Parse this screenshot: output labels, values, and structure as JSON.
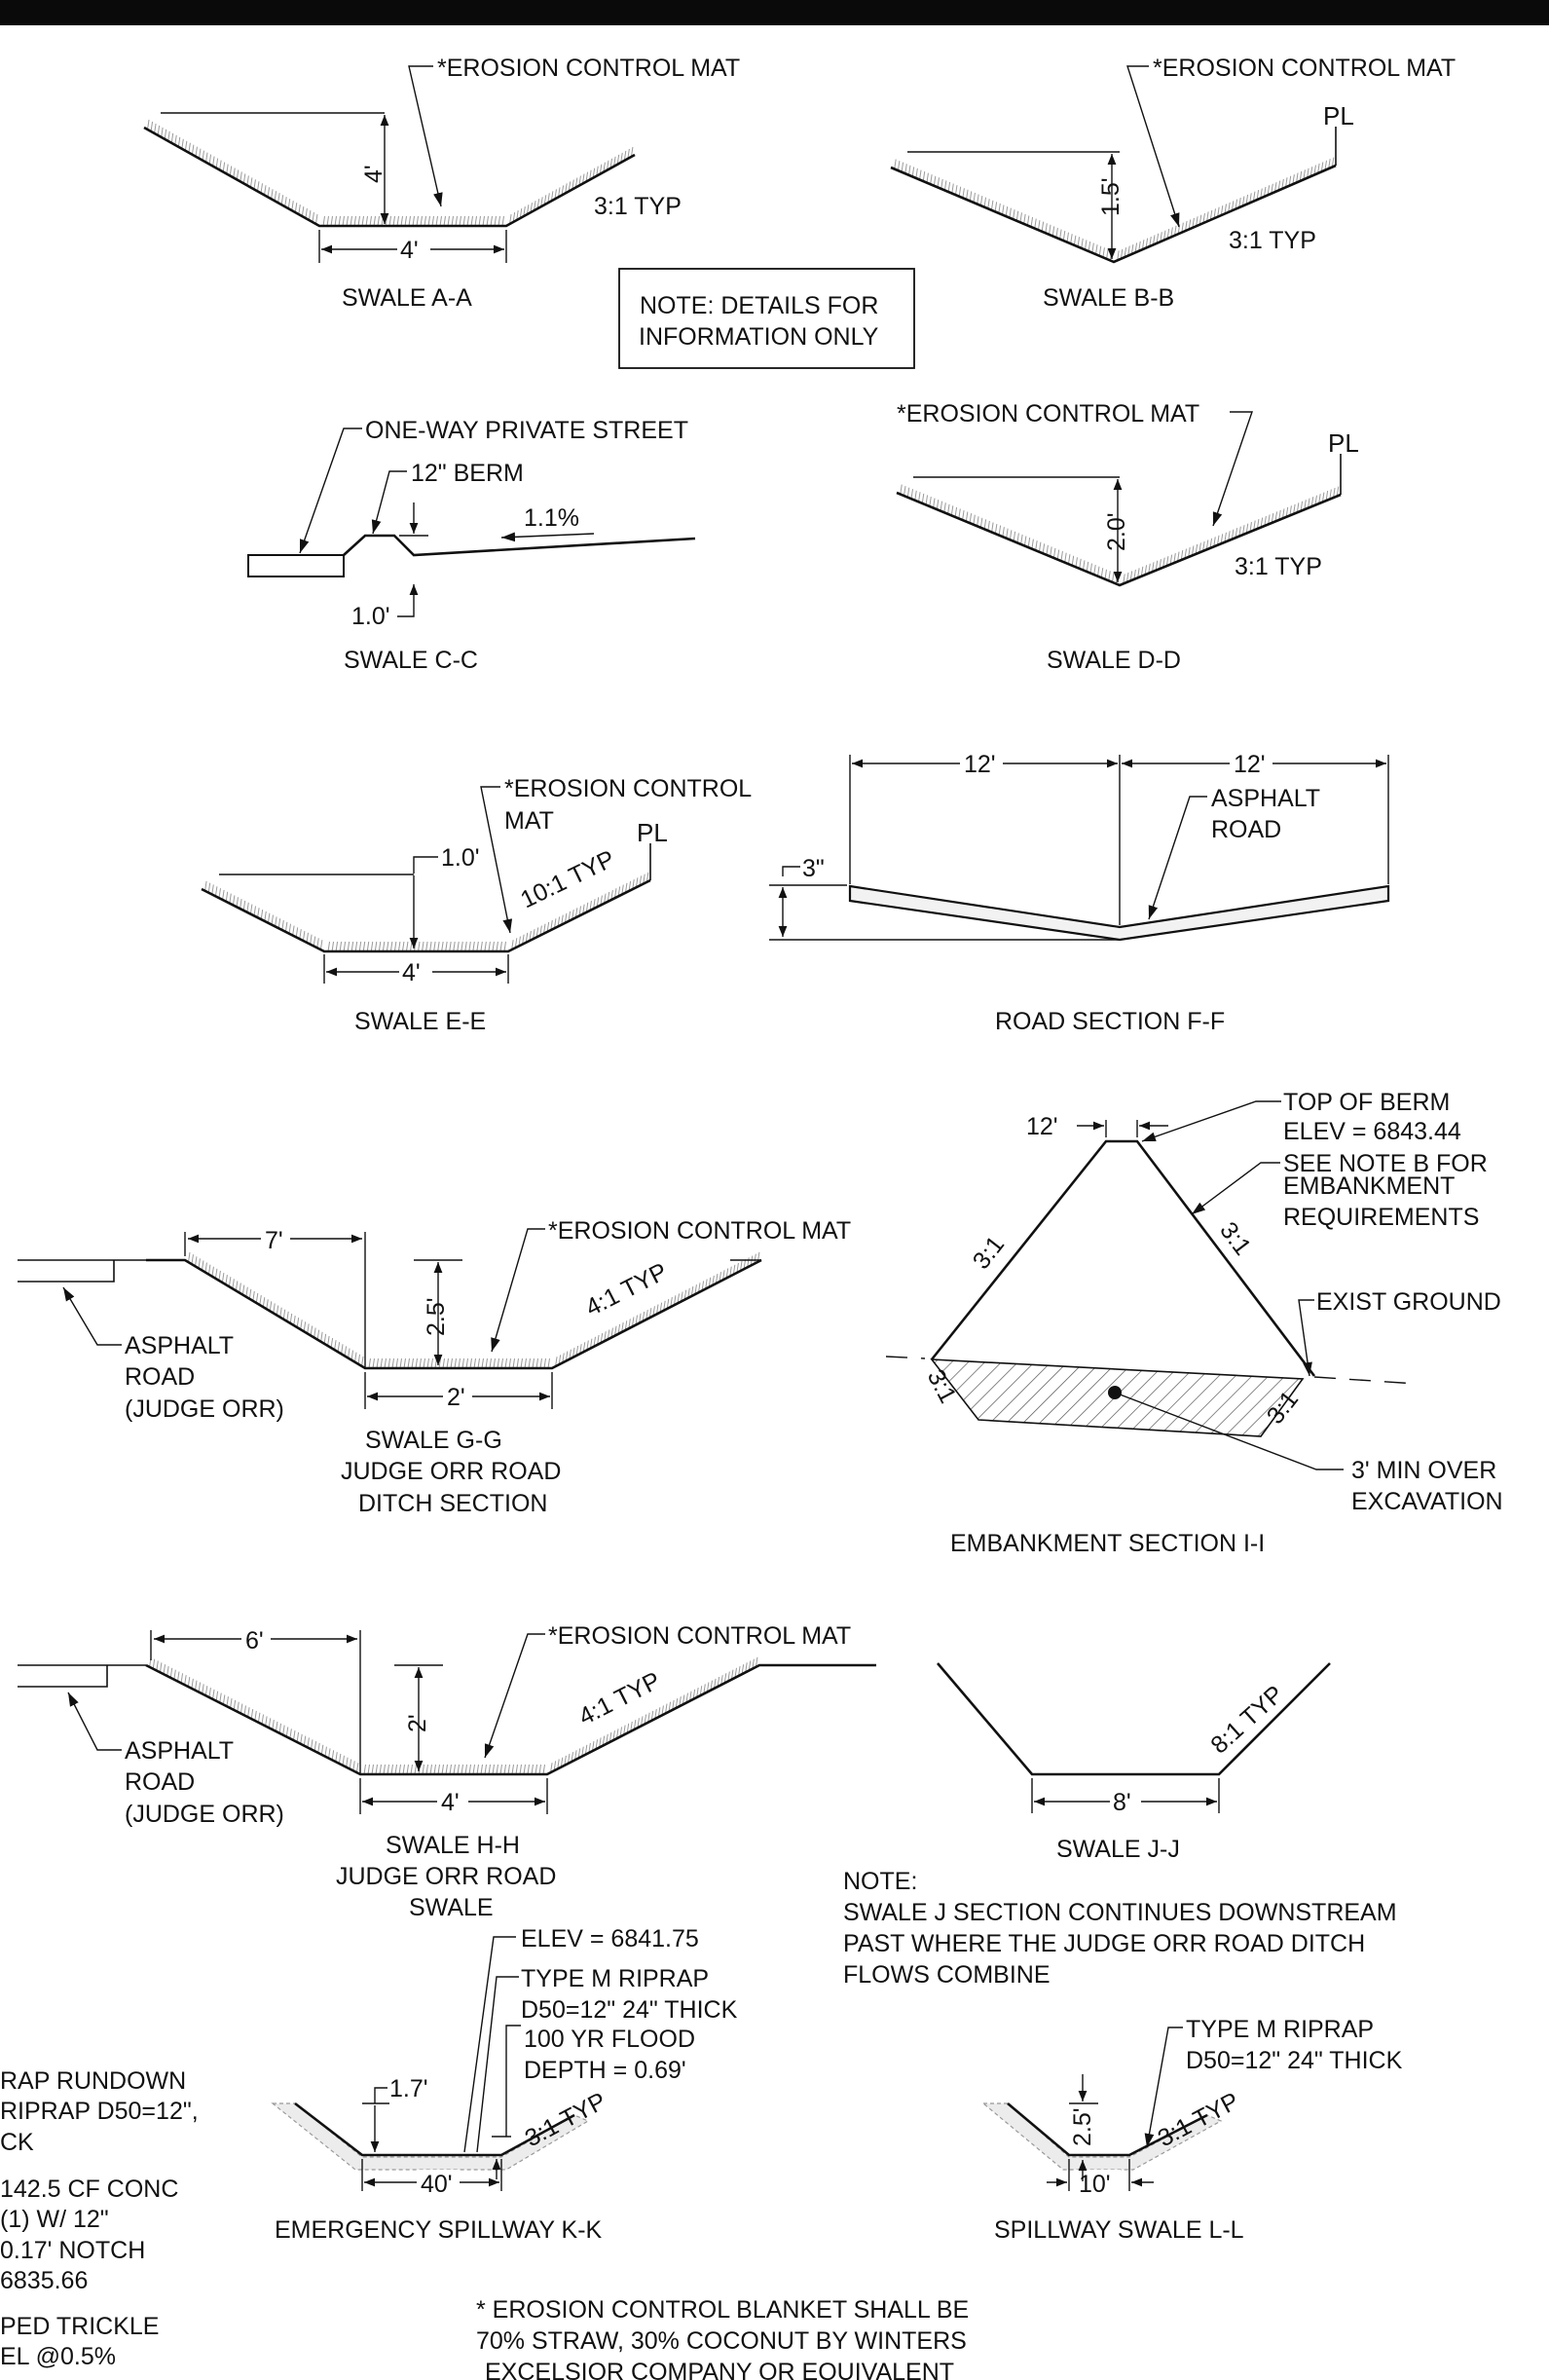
{
  "header_bar_color": "#0a0a0a",
  "swale_aa": {
    "title": "SWALE A-A",
    "callout": "*EROSION CONTROL MAT",
    "depth": "4'",
    "bottom": "4'",
    "slope": "3:1 TYP"
  },
  "swale_bb": {
    "title": "SWALE B-B",
    "callout": "*EROSION CONTROL MAT",
    "pl": "PL",
    "depth": "1.5'",
    "slope": "3:1 TYP"
  },
  "note_box": {
    "line1": "NOTE: DETAILS FOR",
    "line2": "INFORMATION ONLY"
  },
  "swale_cc": {
    "title": "SWALE C-C",
    "callout_street": "ONE-WAY PRIVATE STREET",
    "callout_berm": "12\" BERM",
    "grade": "1.1%",
    "height": "1.0'"
  },
  "swale_dd": {
    "title": "SWALE D-D",
    "callout": "*EROSION CONTROL MAT",
    "pl": "PL",
    "depth": "2.0'",
    "slope": "3:1 TYP"
  },
  "swale_ee": {
    "title": "SWALE E-E",
    "callout_line1": "*EROSION CONTROL",
    "callout_line2": "MAT",
    "pl": "PL",
    "depth": "1.0'",
    "bottom": "4'",
    "slope": "10:1 TYP"
  },
  "road_ff": {
    "title": "ROAD SECTION F-F",
    "left_width": "12'",
    "right_width": "12'",
    "callout_line1": "ASPHALT",
    "callout_line2": "ROAD",
    "thickness": "3\""
  },
  "swale_gg": {
    "title_line1": "SWALE G-G",
    "title_line2": "JUDGE ORR ROAD",
    "title_line3": "DITCH SECTION",
    "callout": "*EROSION CONTROL MAT",
    "offset": "7'",
    "depth": "2.5'",
    "bottom": "2'",
    "slope": "4:1 TYP",
    "road_line1": "ASPHALT",
    "road_line2": "ROAD",
    "road_line3": "(JUDGE ORR)"
  },
  "embankment_ii": {
    "title": "EMBANKMENT SECTION I-I",
    "top_width": "12'",
    "top_line1": "TOP OF BERM",
    "top_line2": "ELEV = 6843.44",
    "note_line1": "SEE NOTE B FOR",
    "note_line2": "EMBANKMENT",
    "note_line3": "REQUIREMENTS",
    "exist_ground": "EXIST GROUND",
    "excav_line1": "3' MIN OVER",
    "excav_line2": "EXCAVATION",
    "slope_left": "3:1",
    "slope_right": "3:1",
    "slope_low_left": "3:1",
    "slope_low_right": "3:1"
  },
  "swale_hh": {
    "title_line1": "SWALE H-H",
    "title_line2": "JUDGE ORR ROAD",
    "title_line3": "SWALE",
    "callout": "*EROSION CONTROL MAT",
    "offset": "6'",
    "depth": "2'",
    "bottom": "4'",
    "slope": "4:1 TYP",
    "road_line1": "ASPHALT",
    "road_line2": "ROAD",
    "road_line3": "(JUDGE ORR)"
  },
  "swale_jj": {
    "title": "SWALE J-J",
    "bottom": "8'",
    "slope": "8:1 TYP",
    "note_head": "NOTE:",
    "note_line1": "SWALE J SECTION CONTINUES DOWNSTREAM",
    "note_line2": "PAST WHERE THE JUDGE ORR ROAD DITCH",
    "note_line3": "FLOWS COMBINE"
  },
  "spillway_kk": {
    "title": "EMERGENCY SPILLWAY K-K",
    "elev": "ELEV = 6841.75",
    "riprap_line1": "TYPE M  RIPRAP",
    "riprap_line2": "D50=12\"  24\" THICK",
    "flood_line1": "100 YR FLOOD",
    "flood_line2": "DEPTH = 0.69'",
    "depth": "1.7'",
    "bottom": "40'",
    "slope": "3:1 TYP"
  },
  "spillway_ll": {
    "title": "SPILLWAY SWALE L-L",
    "riprap_line1": "TYPE M  RIPRAP",
    "riprap_line2": "D50=12\"  24\" THICK",
    "depth": "2.5'",
    "bottom": "10'",
    "slope": "3:1 TYP"
  },
  "left_notes": {
    "line1": "RAP RUNDOWN",
    "line2": "RIPRAP D50=12\",",
    "line3": "CK",
    "line4": "142.5 CF CONC",
    "line5": "(1) W/ 12\"",
    "line6": "0.17' NOTCH",
    "line7": "6835.66",
    "line8": "PED TRICKLE",
    "line9": "EL @0.5%"
  },
  "footer": {
    "line1": "* EROSION CONTROL BLANKET SHALL BE",
    "line2": "70% STRAW, 30% COCONUT BY WINTERS",
    "line3": "EXCELSIOR COMPANY OR EQUIVALENT"
  }
}
